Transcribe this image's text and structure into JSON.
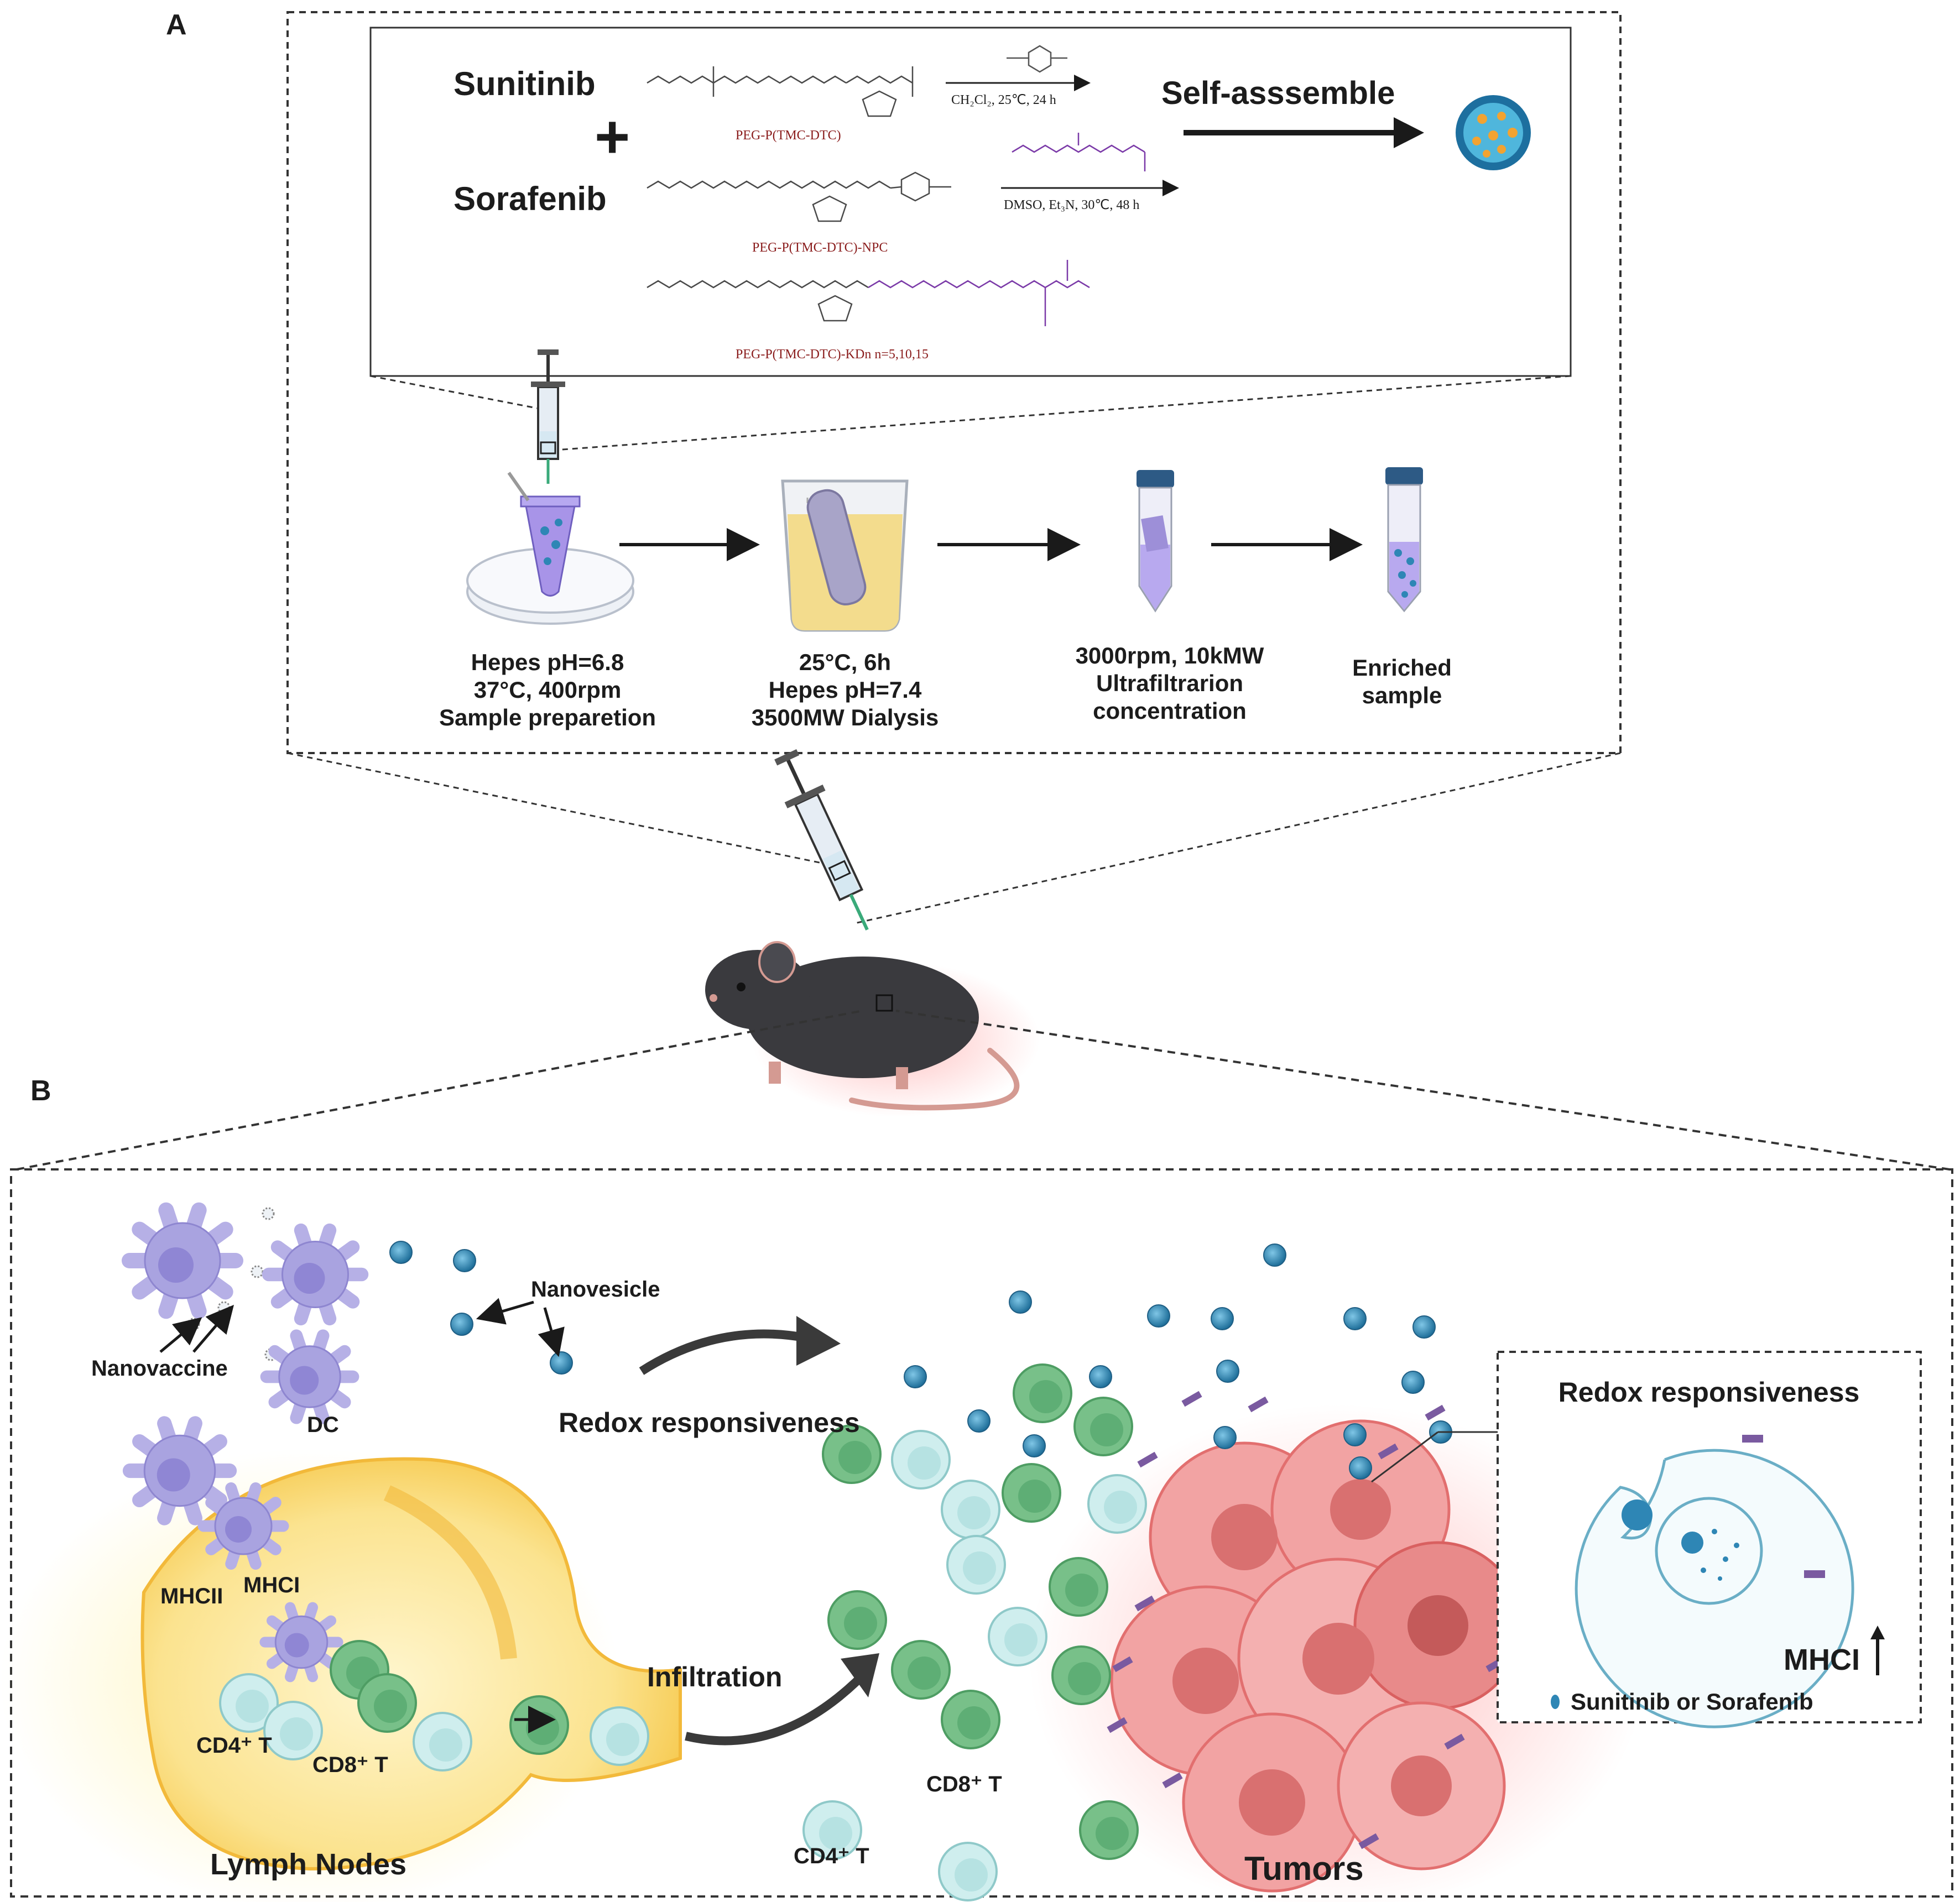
{
  "panel_a": {
    "label": "A",
    "drug1": "Sunitinib",
    "plus": "+",
    "drug2": "Sorafenib",
    "self_assemble": "Self-asssemble",
    "polymer1": "PEG-P(TMC-DTC)",
    "polymer2": "PEG-P(TMC-DTC)-NPC",
    "polymer3": "PEG-P(TMC-DTC)-KDn  n=5,10,15",
    "cond1": "CH₂Cl₂, 25℃, 24 h",
    "cond2": "DMSO, Et₃N, 30℃, 48 h",
    "steps": [
      {
        "lines": [
          "Hepes pH=6.8",
          "37°C, 400rpm",
          "Sample preparetion"
        ]
      },
      {
        "lines": [
          "25°C, 6h",
          "Hepes pH=7.4",
          "3500MW Dialysis"
        ]
      },
      {
        "lines": [
          "3000rpm, 10kMW",
          "Ultrafiltrarion",
          "concentration"
        ]
      },
      {
        "lines": [
          "Enriched",
          "sample"
        ]
      }
    ]
  },
  "panel_b": {
    "label": "B",
    "nanovaccine": "Nanovaccine",
    "dc": "DC",
    "nanovesicle": "Nanovesicle",
    "redox_mid": "Redox responsiveness",
    "mhcii": "MHCII",
    "mhci": "MHCI",
    "cd4_ln": "CD4⁺ T",
    "cd8_ln": "CD8⁺ T",
    "infiltration": "Infiltration",
    "lymph_nodes": "Lymph Nodes",
    "cd8_tumor": "CD8⁺ T",
    "cd4_tumor": "CD4⁺ T",
    "tumors": "Tumors",
    "inset_title": "Redox responsiveness",
    "inset_mhci": "MHCI",
    "inset_legend": "Sunitinib or Sorafenib"
  },
  "colors": {
    "dc": "#a9a3e0",
    "cd8": "#78c089",
    "cd4": "#cfeeee",
    "tumor": "#e88a8a",
    "nanovesicle": "#2e86b5",
    "lymph": "#f7d26a",
    "dialysis_liquid": "#f3dc8d",
    "tube_liquid": "#a894e8"
  }
}
